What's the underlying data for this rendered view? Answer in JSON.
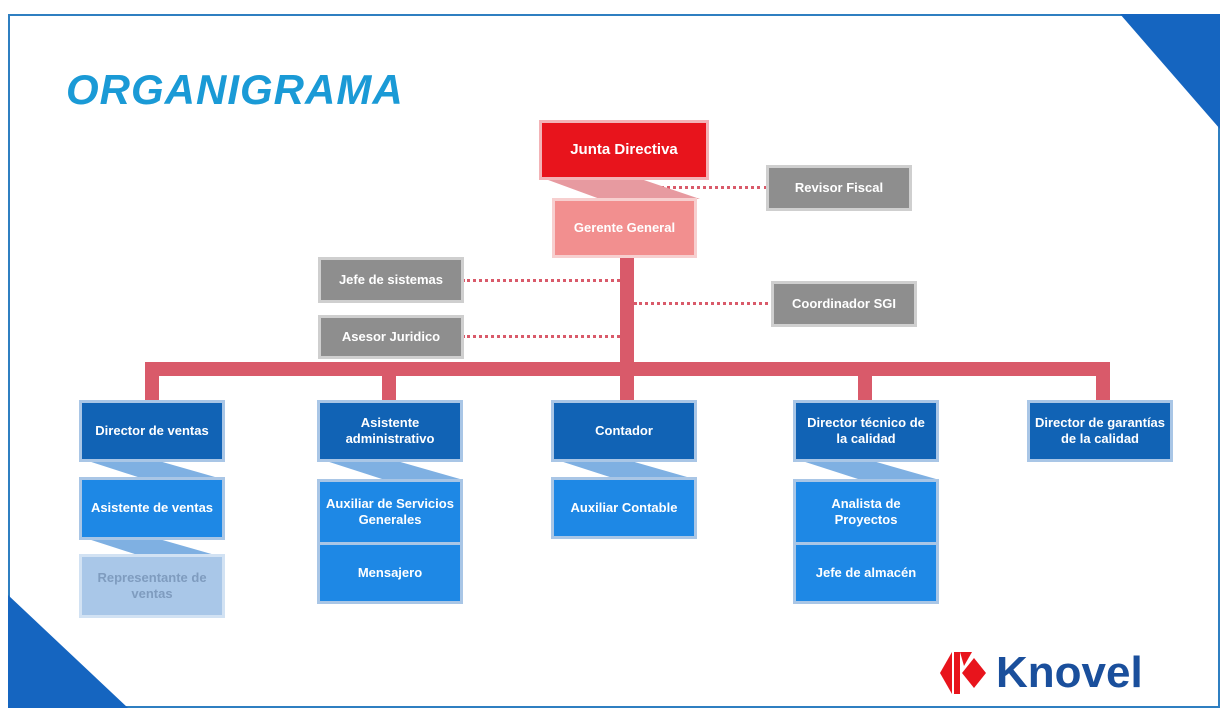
{
  "title": "ORGANIGRAMA",
  "logo": {
    "text": "Knovel"
  },
  "top": {
    "junta": "Junta Directiva",
    "gerente": "Gerente General",
    "revisor": "Revisor Fiscal",
    "jefe_sistemas": "Jefe de sistemas",
    "asesor": "Asesor Juridico",
    "coordinador": "Coordinador SGI"
  },
  "departments": [
    {
      "head": "Director de ventas",
      "subs": [
        "Asistente de ventas",
        "Representante de ventas"
      ]
    },
    {
      "head": "Asistente administrativo",
      "subs": [
        "Auxiliar de Servicios Generales",
        "Mensajero"
      ]
    },
    {
      "head": "Contador",
      "subs": [
        "Auxiliar Contable"
      ]
    },
    {
      "head": "Director técnico de la calidad",
      "subs": [
        "Analista de Proyectos",
        "Jefe de almacén"
      ]
    },
    {
      "head": "Director de garantías de la calidad",
      "subs": []
    }
  ],
  "colors": {
    "title": "#1a9ad6",
    "connector": "#d95a6a",
    "junta": "#e8141c",
    "gerente": "#f28f8f",
    "staff": "#8e8e8e",
    "department_head": "#1163b5",
    "subordinate": "#1e88e5",
    "representante": "#a9c7e8",
    "logo_red": "#e8141c",
    "logo_blue": "#1a4f9c"
  }
}
